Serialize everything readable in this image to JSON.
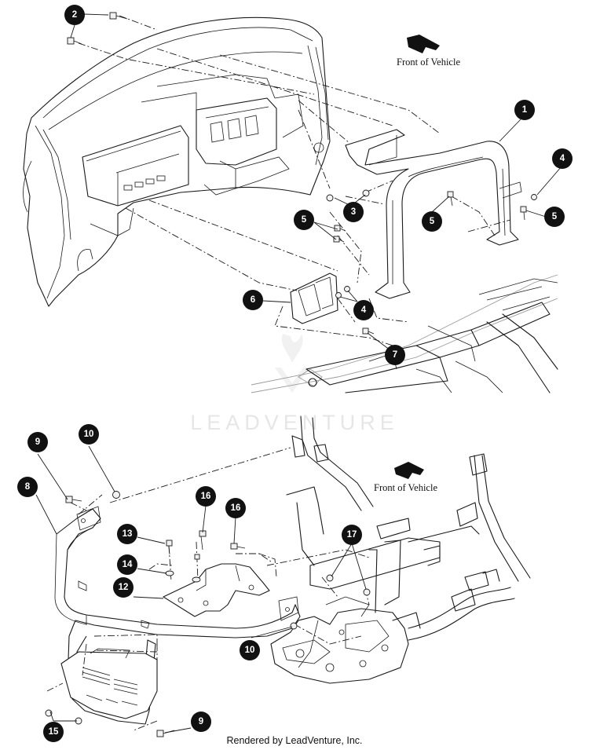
{
  "labels": {
    "front_top": "Front of Vehicle",
    "front_bottom": "Front of Vehicle",
    "watermark": "LEADVENTURE",
    "footer": "Rendered by LeadVenture, Inc."
  },
  "callouts": {
    "c1": "1",
    "c2": "2",
    "c3": "3",
    "c4a": "4",
    "c4b": "4",
    "c5a": "5",
    "c5b": "5",
    "c5c": "5",
    "c6": "6",
    "c7": "7",
    "c8": "8",
    "c9a": "9",
    "c9b": "9",
    "c10a": "10",
    "c10b": "10",
    "c12": "12",
    "c13": "13",
    "c14": "14",
    "c15": "15",
    "c16a": "16",
    "c16b": "16",
    "c17": "17"
  },
  "icons": {
    "front_arrow": "arrow-icon"
  }
}
